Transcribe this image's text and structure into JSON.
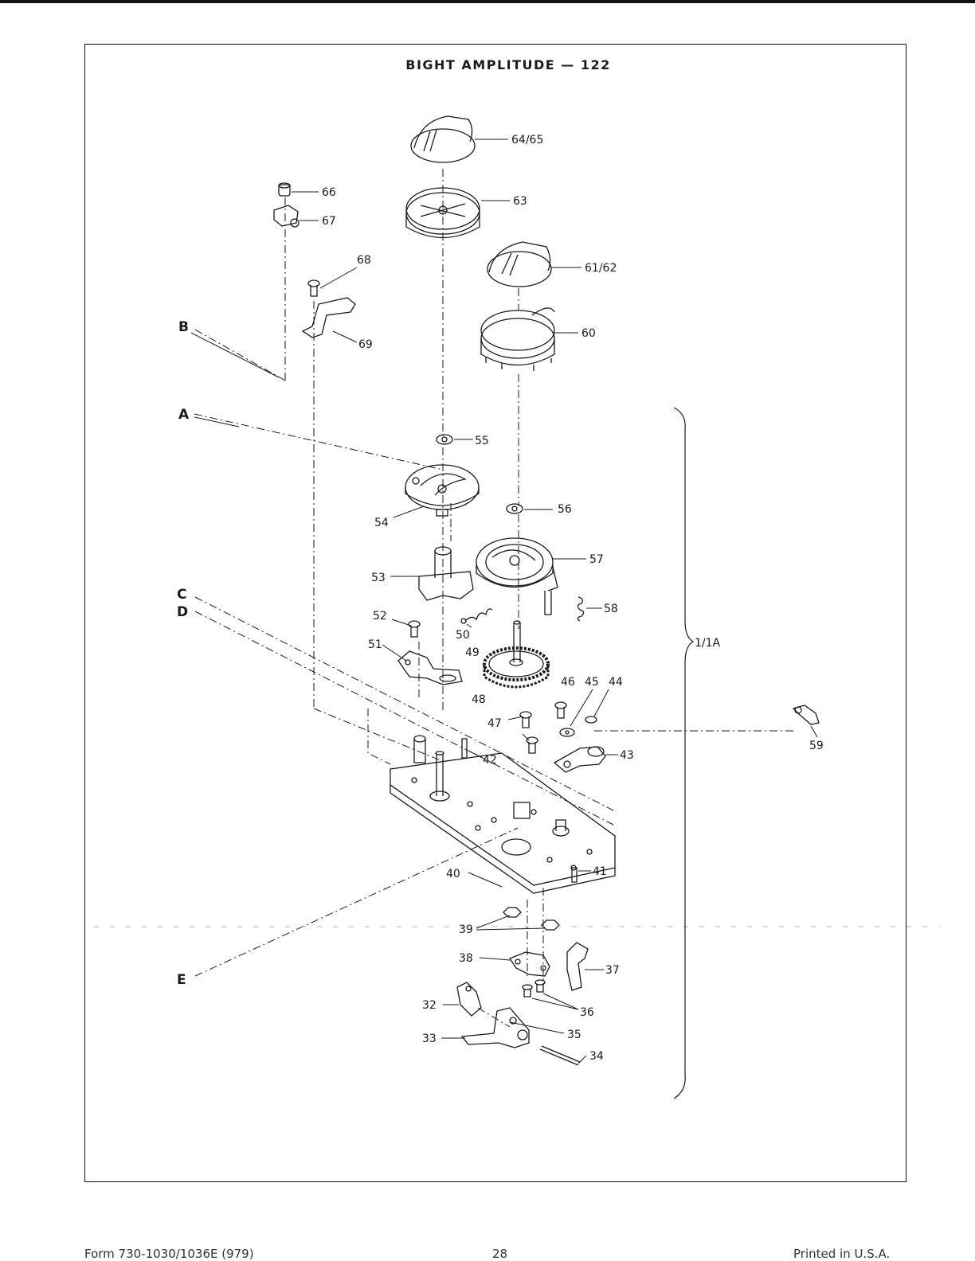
{
  "title": "BIGHT AMPLITUDE — 122",
  "footer": {
    "form": "Form 730-1030/1036E (979)",
    "page": "28",
    "printed": "Printed in U.S.A."
  },
  "letters": [
    "A",
    "B",
    "C",
    "D",
    "E"
  ],
  "callouts": [
    "64/65",
    "63",
    "61/62",
    "60",
    "66",
    "67",
    "68",
    "69",
    "55",
    "56",
    "54",
    "57",
    "53",
    "58",
    "52",
    "50",
    "49",
    "51",
    "48",
    "46",
    "45",
    "44",
    "47",
    "43",
    "42",
    "59",
    "40",
    "41",
    "39",
    "38",
    "37",
    "36",
    "32",
    "35",
    "33",
    "34"
  ],
  "group_label": "1/1A"
}
